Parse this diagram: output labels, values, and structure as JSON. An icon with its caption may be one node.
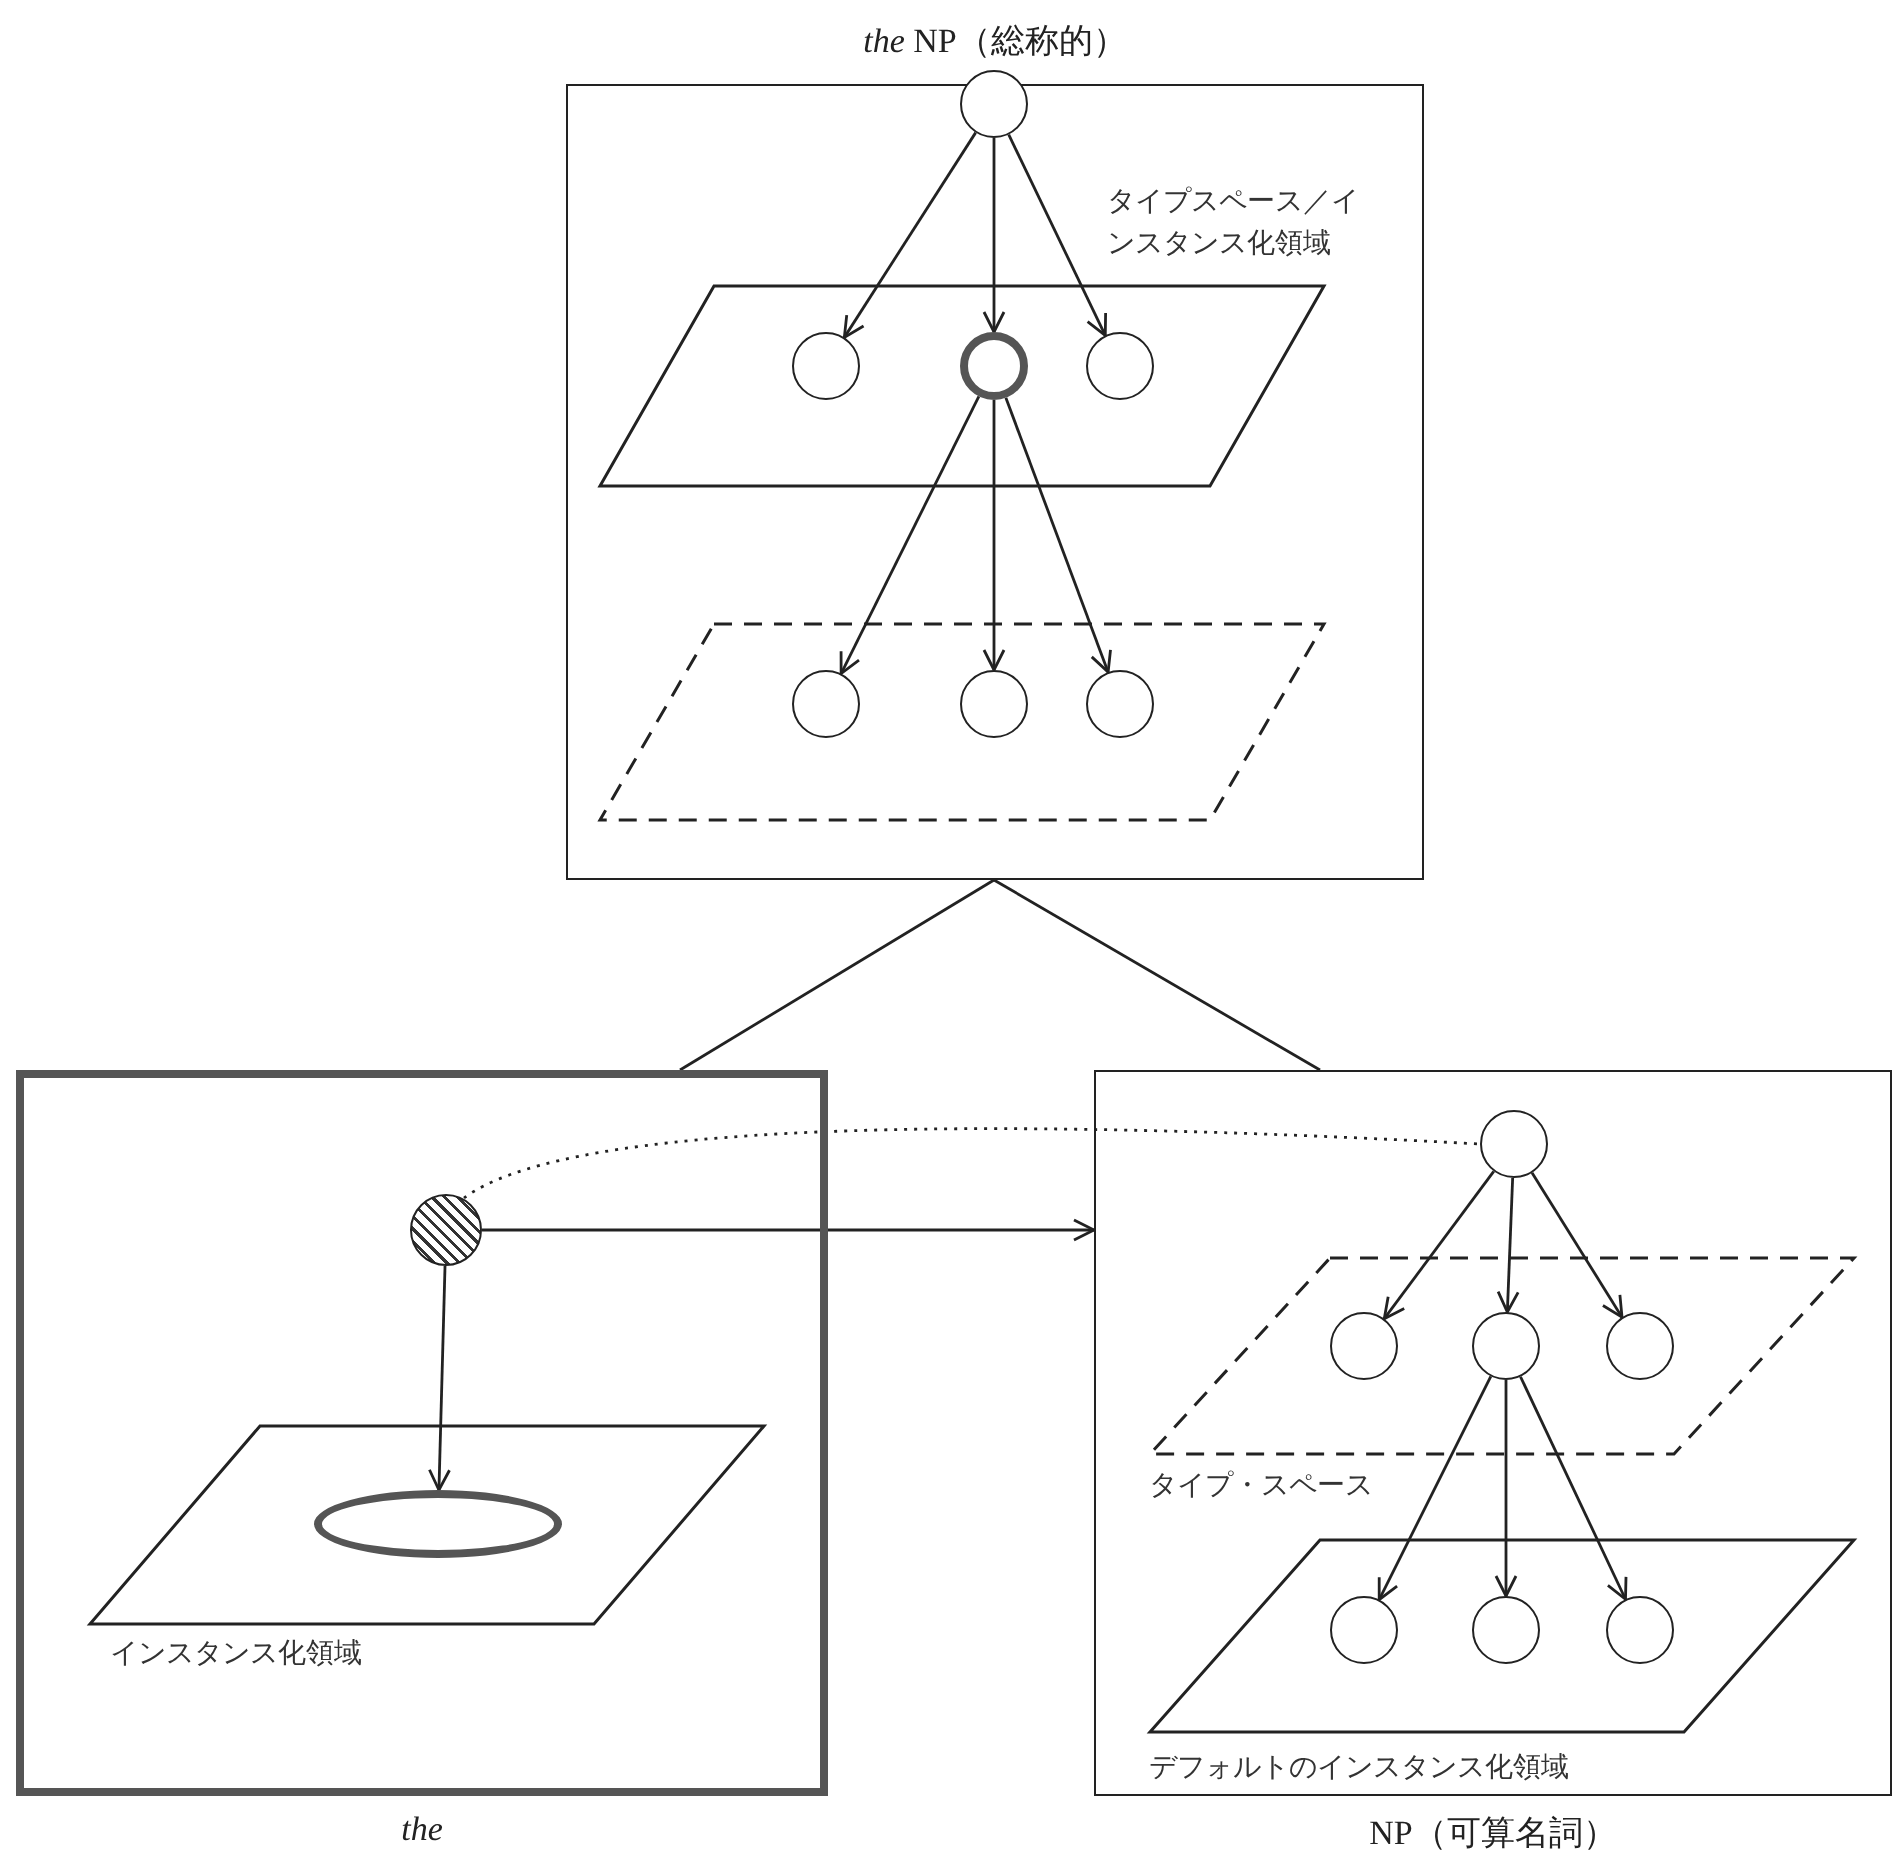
{
  "diagram": {
    "nodes": [
      {
        "text": [
          "*the* NP（総称的）"
        ]
      },
      {
        "text": [],
        "shape": "circle",
        "in": 0
      },
      {
        "text": [
          "タイプスペース／インスタンス化領域"
        ],
        "in": 0
      },
      {
        "text": [],
        "shape": "circle",
        "in": 2
      },
      {
        "text": [],
        "shape": "circle",
        "in": 2
      },
      {
        "text": [],
        "shape": "circle",
        "in": 2
      },
      {
        "text": [],
        "shape": "parallelogram",
        "in": 0
      },
      {
        "text": [],
        "shape": "circle",
        "in": 6
      },
      {
        "text": [],
        "shape": "circle",
        "in": 6
      },
      {
        "text": [],
        "shape": "circle",
        "in": 6
      },
      {
        "text": [
          "the"
        ]
      },
      {
        "text": [],
        "shape": "circle",
        "in": 10
      },
      {
        "text": [
          "インスタンス化領域"
        ],
        "in": 10
      },
      {
        "text": [],
        "shape": "ellipse",
        "in": 12
      },
      {
        "text": [
          "NP（可算名詞）"
        ]
      },
      {
        "text": [],
        "shape": "circle",
        "in": 14
      },
      {
        "text": [
          "タイプ・スペース"
        ],
        "in": 14
      },
      {
        "text": [],
        "shape": "circle",
        "in": 16
      },
      {
        "text": [],
        "shape": "circle",
        "in": 16
      },
      {
        "text": [],
        "shape": "circle",
        "in": 16
      },
      {
        "text": [
          "デフォルトのインスタンス化領域"
        ],
        "in": 14
      },
      {
        "text": [],
        "shape": "circle",
        "in": 20
      },
      {
        "text": [],
        "shape": "circle",
        "in": 20
      },
      {
        "text": [],
        "shape": "circle",
        "in": 20
      }
    ],
    "edges": [
      {
        "from": 1,
        "to": 3,
        "arrow": "to"
      },
      {
        "from": 1,
        "to": 4,
        "arrow": "to"
      },
      {
        "from": 1,
        "to": 5,
        "arrow": "to"
      },
      {
        "from": 4,
        "to": 7,
        "arrow": "to"
      },
      {
        "from": 4,
        "to": 8,
        "arrow": "to"
      },
      {
        "from": 4,
        "to": 9,
        "arrow": "to"
      },
      {
        "from": 0,
        "to": 10,
        "arrow": "none"
      },
      {
        "from": 0,
        "to": 14,
        "arrow": "none"
      },
      {
        "from": 11,
        "to": 15,
        "arrow": "none",
        "style": "dashed"
      },
      {
        "from": 11,
        "to": 14,
        "arrow": "to"
      },
      {
        "from": 11,
        "to": 13,
        "arrow": "to"
      },
      {
        "from": 15,
        "to": 17,
        "arrow": "to"
      },
      {
        "from": 15,
        "to": 18,
        "arrow": "to"
      },
      {
        "from": 15,
        "to": 19,
        "arrow": "to"
      },
      {
        "from": 18,
        "to": 21,
        "arrow": "to"
      },
      {
        "from": 18,
        "to": 22,
        "arrow": "to"
      },
      {
        "from": 18,
        "to": 23,
        "arrow": "to"
      }
    ]
  }
}
